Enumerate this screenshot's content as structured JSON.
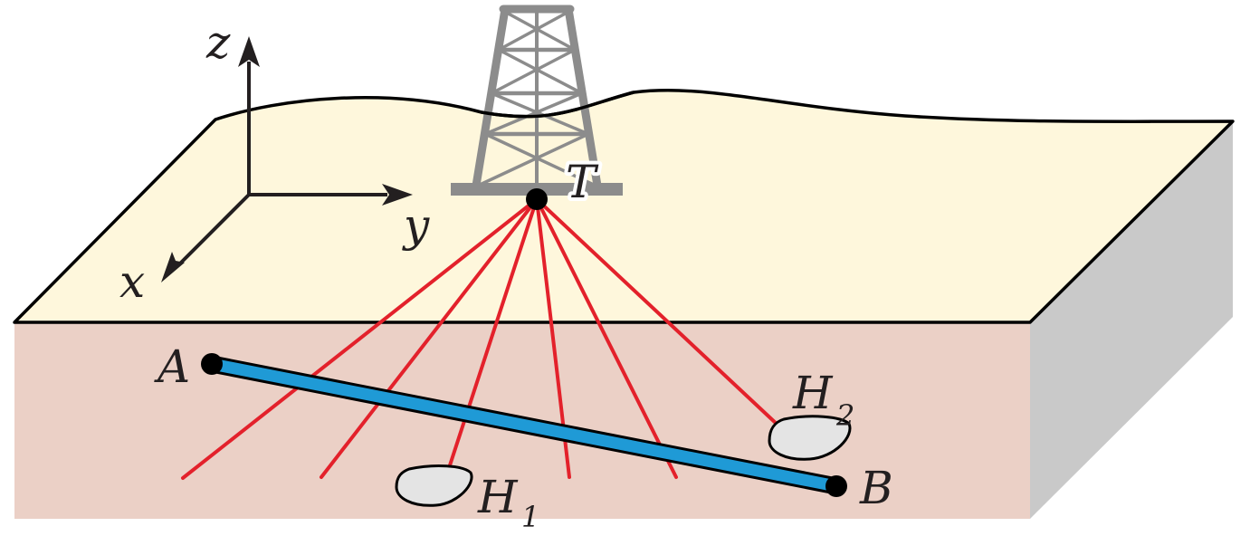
{
  "labels": {
    "axis_z": "z",
    "axis_y": "y",
    "axis_x": "x",
    "transmitter": "T",
    "point_a": "A",
    "point_b": "B",
    "h1_base": "H",
    "h1_sub": "1",
    "h2_base": "H",
    "h2_sub": "2"
  },
  "colors": {
    "surface_top": "#fef7dc",
    "earth_front": "#ebd0c6",
    "earth_side": "#c9c9c9",
    "ray": "#e3212b",
    "pipe": "#1f9ad6",
    "derrick": "#8c8c8c",
    "inclusion": "#e4e4e4",
    "outline": "#000000"
  }
}
